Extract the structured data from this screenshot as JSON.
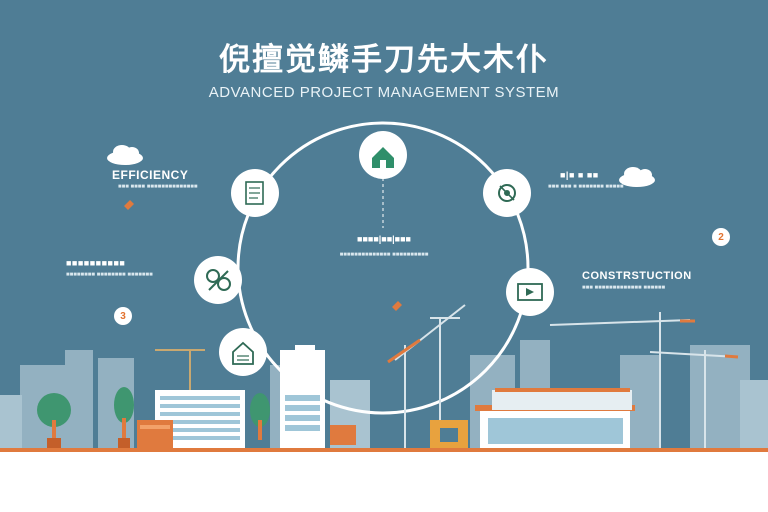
{
  "header": {
    "title": "倪擅觉鳞手刀先大木仆",
    "subtitle": "ADVANCED PROJECT MANAGEMENT SYSTEM"
  },
  "labels": {
    "efficiency": "EFFICIENCY",
    "efficiency_sub": "■■■ ■■■■ ■■■■■■■■■■■■■■",
    "top_right": "■|■ ■ ■■",
    "top_right_sub": "■■■ ■■■ ■ ■■■■■■■ ■■■■■",
    "left_mid": "■■■■■■■■■■",
    "left_mid_sub": "■■■■■■■■ ■■■■■■■■ ■■■■■■■",
    "construction": "CONSTRSTUCTION",
    "construction_sub": "■■■ ■■■■■■■■■■■■■ ■■■■■■",
    "center_title": "■■■■|■■|■■■",
    "center_sub": "■■■■■■■■■■■■■■ ■■■■■■■■■■"
  },
  "numbers": {
    "n2": "2",
    "n3": "3"
  },
  "colors": {
    "background": "#4f7d95",
    "accent": "#e07a3e",
    "icon_green": "#2f8f6a",
    "circle": "#ffffff"
  },
  "icons": [
    "house-icon",
    "document-icon",
    "gear-icon",
    "tools-icon",
    "video-icon",
    "building-icon",
    "cloud-icon",
    "crane-icon",
    "tree-icon"
  ]
}
